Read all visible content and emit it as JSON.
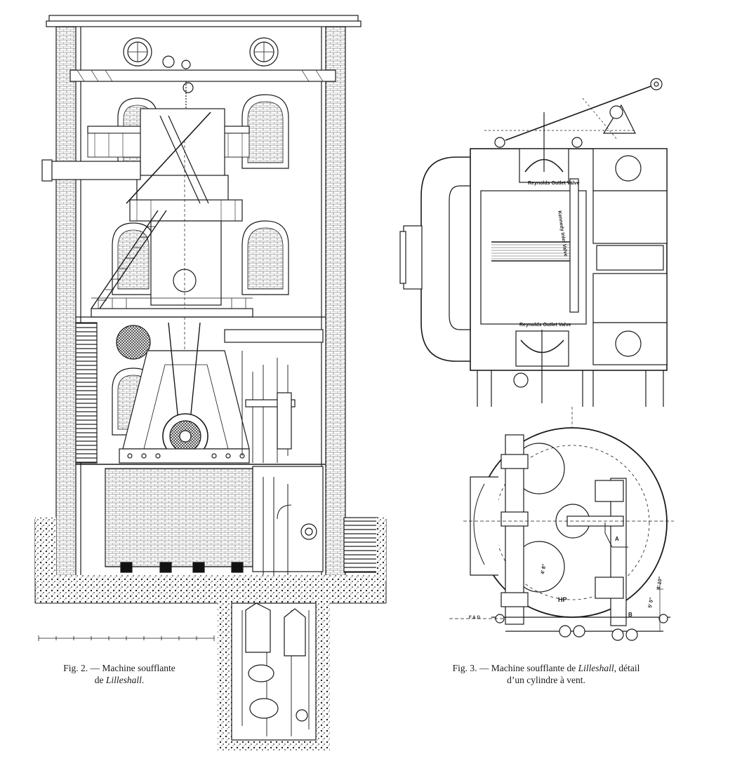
{
  "figure2": {
    "number": "Fig. 2.",
    "dash": " — ",
    "title_line1": "Machine soufflante",
    "title_line2_prefix": "de ",
    "title_line2_place": "Lilleshall",
    "title_line2_suffix": "."
  },
  "figure3": {
    "number": "Fig. 3.",
    "dash": " — ",
    "title_line1_prefix": "Machine soufflante de ",
    "title_line1_place": "Lilleshall",
    "title_line1_suffix": ", détail",
    "title_line2": "d’un cylindre à vent."
  },
  "labels": {
    "outlet_valve_top": "Reynolds Outlet Valve",
    "inlet_valve": "Kennedy Inlet Valve",
    "outlet_valve_bottom": "Reynolds Outlet Valve",
    "hp": "HP",
    "a": "A",
    "b": "B",
    "dim1": "4' 8\"",
    "dim2": "5' 5\"",
    "dim3": "4' 10\"",
    "engraver": "F & G"
  },
  "colors": {
    "ink": "#1a1a1a",
    "paper": "#ffffff",
    "brick": "#6a6a6a"
  }
}
